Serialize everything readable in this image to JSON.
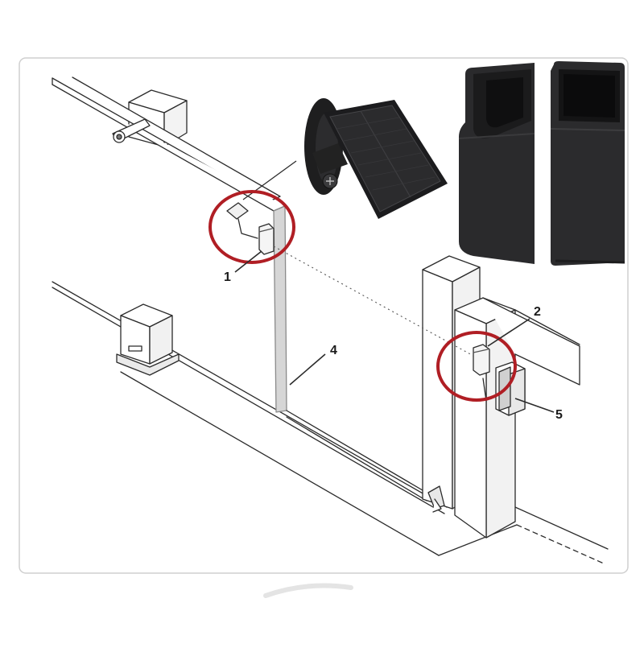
{
  "diagram": {
    "callouts": [
      {
        "id": "1",
        "label": "1",
        "item": "photocell-transmitter-gate-post"
      },
      {
        "id": "2",
        "label": "2",
        "item": "photocell-receiver-column"
      },
      {
        "id": "4",
        "label": "4",
        "item": "sliding-gate-leaf"
      },
      {
        "id": "5",
        "label": "5",
        "item": "wall-mounted-device"
      }
    ],
    "highlight_color": "#b01e24",
    "line_color": "#2b2b2b",
    "fill_color": "#ffffff",
    "product_color": "#2a2a2c"
  }
}
